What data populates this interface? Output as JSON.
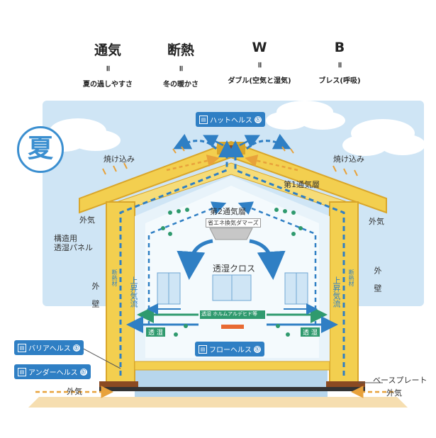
{
  "header": {
    "col1": {
      "main": "通気",
      "eq": "॥",
      "sub": "夏の過しやすさ"
    },
    "col2": {
      "main": "断熱",
      "eq": "॥",
      "sub": "冬の暖かさ"
    },
    "col3": {
      "main": "W",
      "eq": "॥",
      "sub": "ダブル(空気と湿気)"
    },
    "col4": {
      "main": "B",
      "eq": "॥",
      "sub": "ブレス(呼吸)"
    }
  },
  "season": "夏",
  "labels": {
    "hat_health": "ハットヘルス",
    "sun_left": "焼け込み",
    "sun_right": "焼け込み",
    "layer1": "第1通気層",
    "layer2": "第2通気層",
    "ceiling_unit": "省エネ換気ダマーズ",
    "outside_air_left": "外気",
    "outside_air_right": "外気",
    "structural_panel": "構造用\n透湿パネル",
    "outer_wall_left": "外壁",
    "outer_wall_right": "外壁",
    "insulation_left": "断熱材",
    "insulation_right": "断熱材",
    "rising_left": "上昇気流",
    "rising_right": "上昇気流",
    "breathable_cloth": "透湿クロス",
    "green_bar": "透湿 ホルムアルデヒド等",
    "flow_left": "透 湿",
    "flow_right": "透 湿",
    "flow_health": "フローヘルス",
    "barrier_health": "バリアヘルス",
    "under_health": "アンダーヘルス",
    "base_plate": "ベースプレート",
    "outside_bottom_left": "外気",
    "outside_bottom_right": "外気"
  },
  "colors": {
    "sky": "#cfe5f5",
    "wall": "#f3cf4f",
    "wall_edge": "#d9a62a",
    "interior": "#e8f3fa",
    "arrow_blue": "#2f7fc4",
    "arrow_green": "#2f9a6e",
    "ground": "#f6deb0"
  }
}
